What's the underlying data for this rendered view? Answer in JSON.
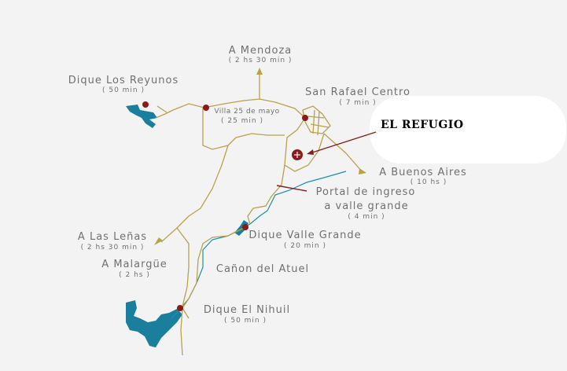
{
  "places": {
    "mendoza": {
      "name": "A Mendoza",
      "time": "( 2 hs 30 min )"
    },
    "dique_reyunos": {
      "name": "Dique Los Reyunos",
      "time": "( 50 min )"
    },
    "san_rafael": {
      "name": "San Rafael Centro",
      "time": "( 7 min )"
    },
    "villa_25": {
      "name": "Villa 25 de mayo",
      "time": "( 25 min )"
    },
    "refugio": {
      "name": "EL REFUGIO"
    },
    "buenos_aires": {
      "name": "A Buenos Aires",
      "time": "( 10 hs )"
    },
    "portal": {
      "name_line1": "Portal de ingreso",
      "name_line2": "a valle grande",
      "time": "( 4 min )"
    },
    "las_lenas": {
      "name": "A Las Leñas",
      "time": "( 2 hs 30 min )"
    },
    "dique_valle": {
      "name": "Dique Valle Grande",
      "time": "( 20 min )"
    },
    "malargue": {
      "name": "A Malargüe",
      "time": "( 2 hs )"
    },
    "canon": {
      "name": "Cañon del Atuel"
    },
    "nihuil": {
      "name": "Dique El Nihuil",
      "time": "( 50 min )"
    }
  },
  "colors": {
    "road": "#b9a24a",
    "river": "#1a8fb0",
    "water": "#1a7f9c",
    "marker": "#8b1a1a",
    "label": "#707070",
    "background": "#f3f3f3"
  }
}
